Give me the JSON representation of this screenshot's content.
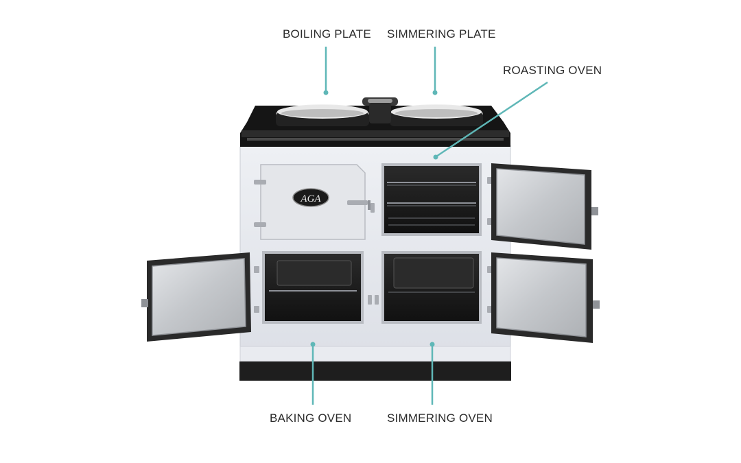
{
  "labels": {
    "boiling_plate": "BOILING PLATE",
    "simmering_plate": "SIMMERING PLATE",
    "roasting_oven": "ROASTING OVEN",
    "baking_oven": "BAKING OVEN",
    "simmering_oven": "SIMMERING OVEN"
  },
  "badge_text": "AGA",
  "colors": {
    "leader_line": "#5fb7b7",
    "cooker_body": "#e6e8ee",
    "cooker_top": "#151515",
    "plinth": "#1e1e1e",
    "door_frame": "#2a2a2a",
    "door_panel": "#c9cccf",
    "oven_interior": "#1b1b1b"
  }
}
